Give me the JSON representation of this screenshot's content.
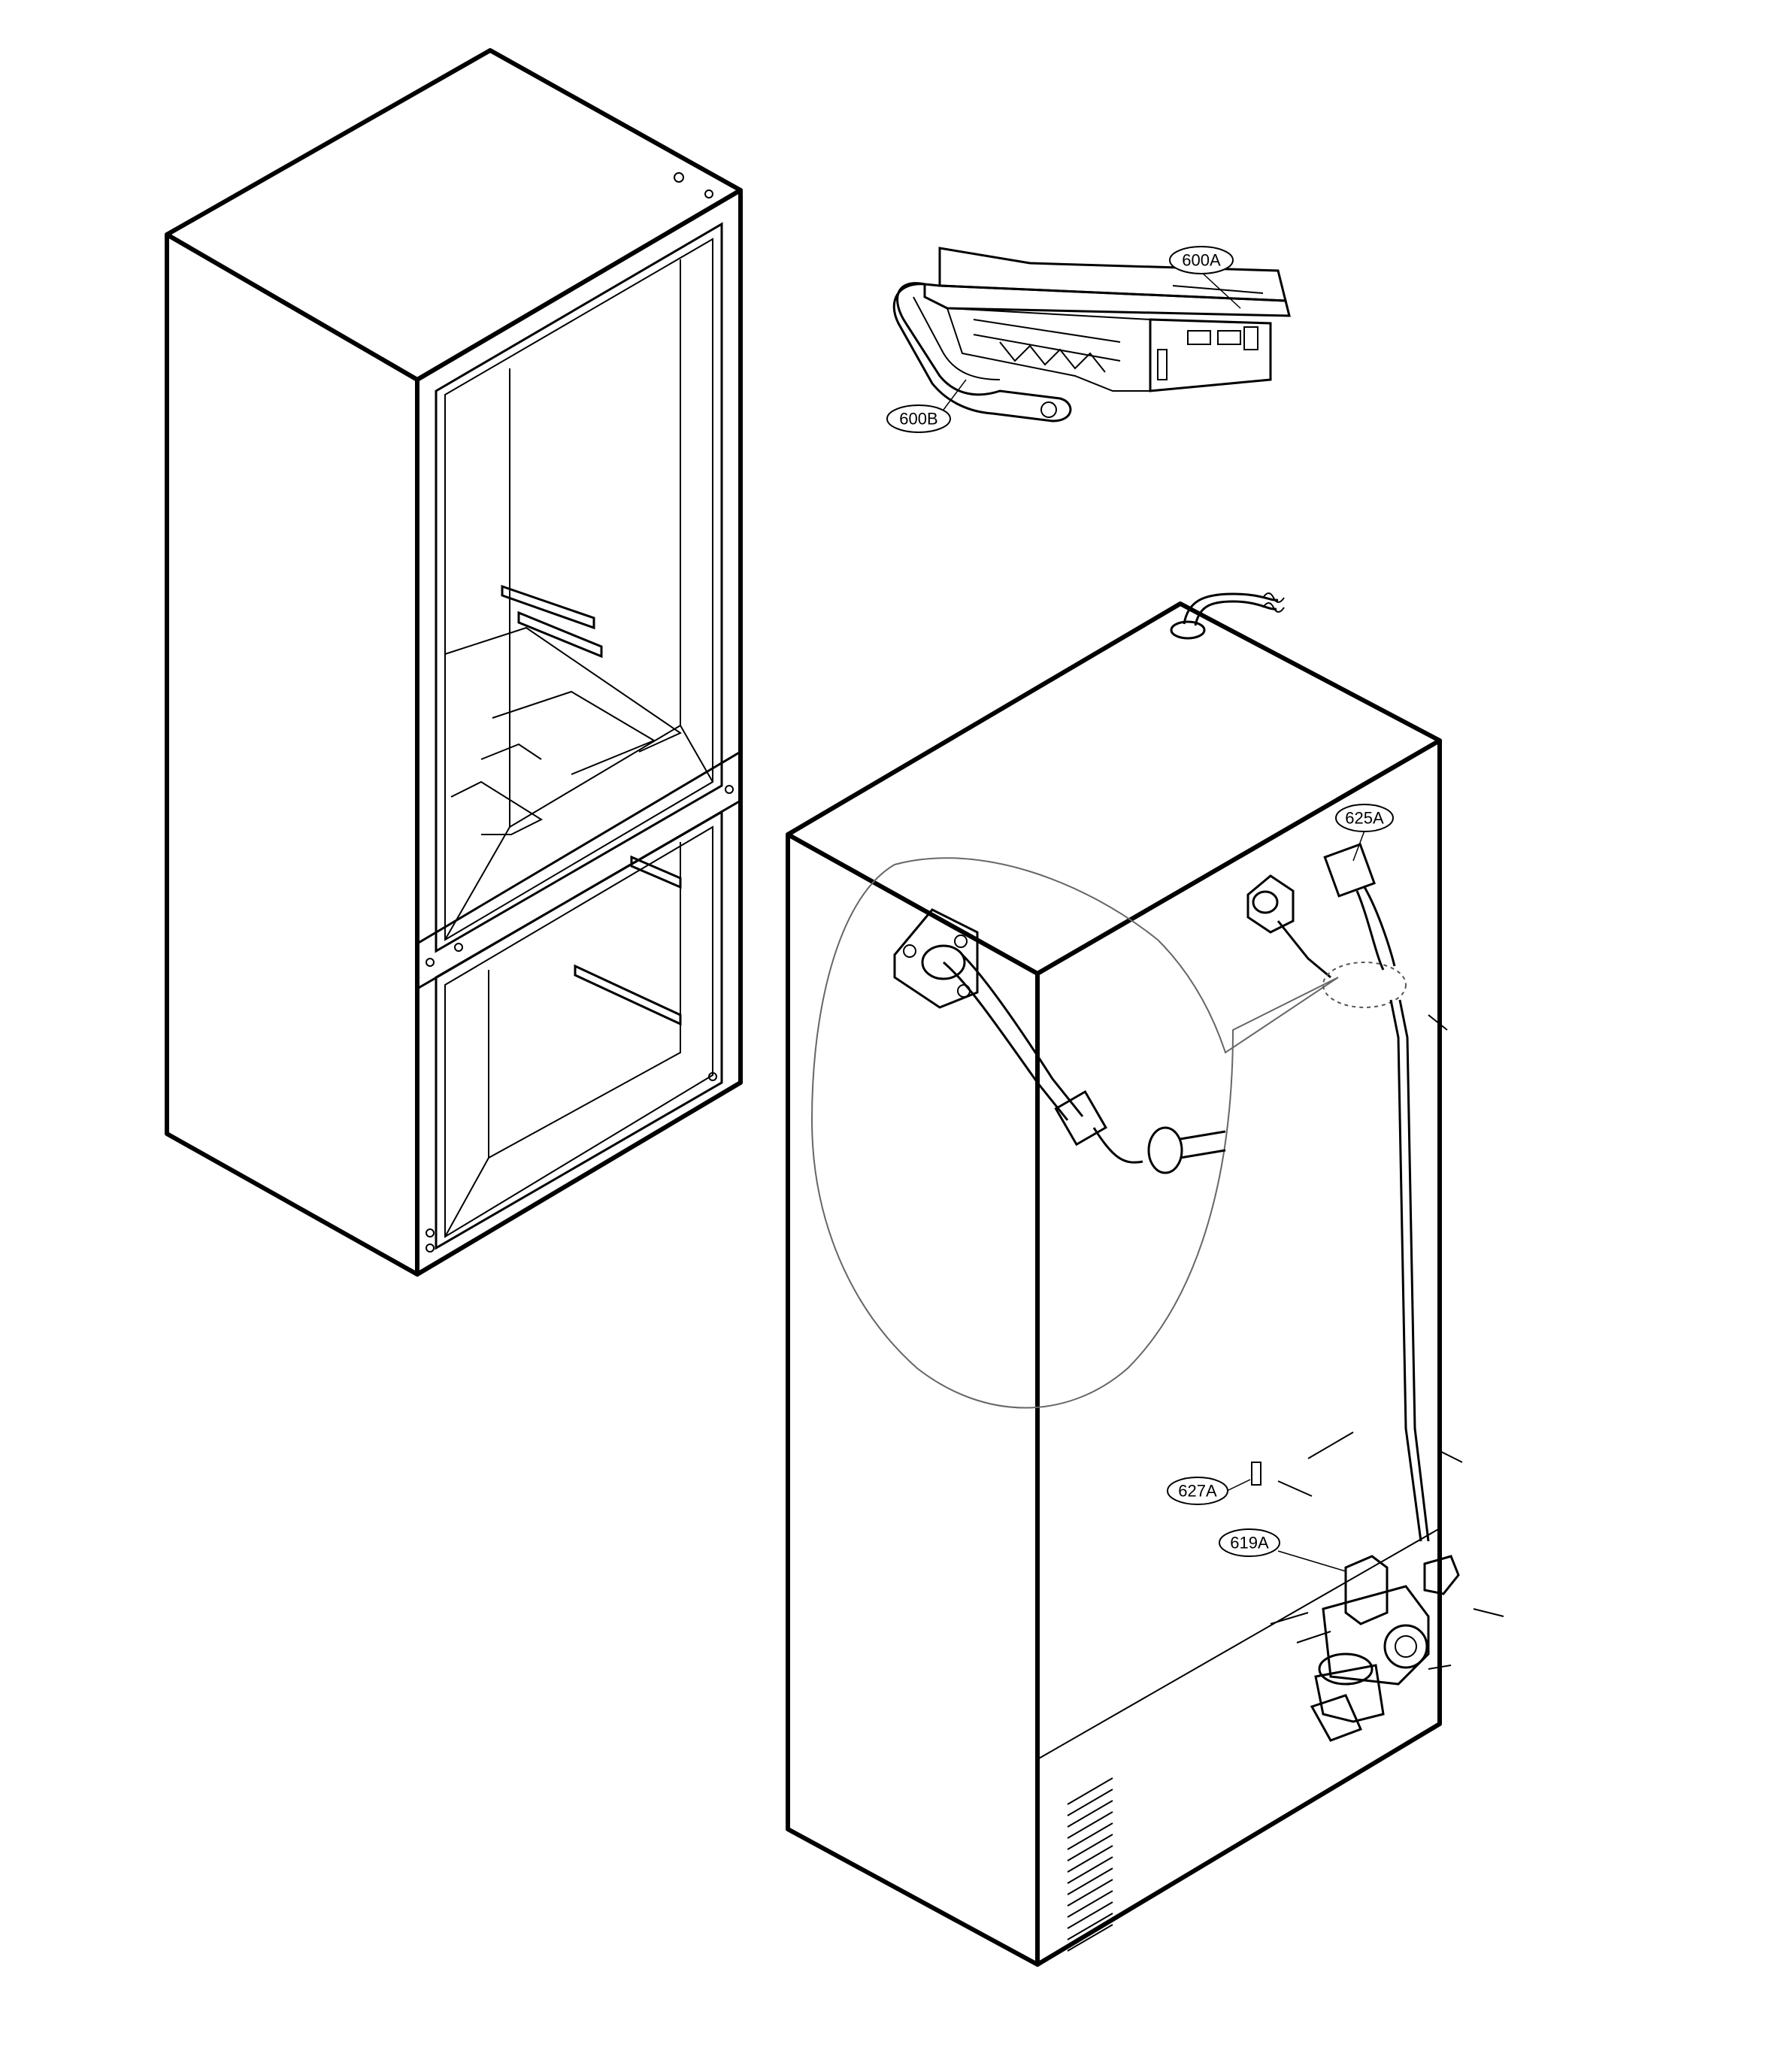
{
  "callouts": {
    "c600A": "600A",
    "c600B": "600B",
    "c625A": "625A",
    "c627A": "627A",
    "c619A": "619A"
  }
}
